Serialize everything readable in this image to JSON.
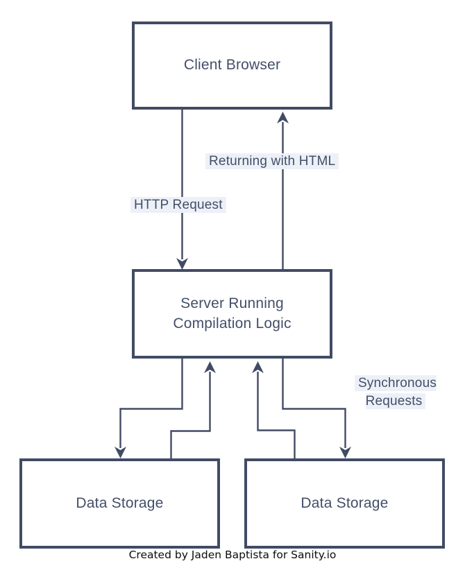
{
  "colors": {
    "stroke": "#414b64",
    "text": "#434e68",
    "label_bg": "#edf1f7",
    "box_fill": "#ffffff",
    "page_bg": "#ffffff",
    "caption_color": "#0c0c0c"
  },
  "nodes": {
    "client": {
      "label": "Client Browser"
    },
    "server": {
      "label": "Server Running Compilation Logic"
    },
    "storage_left": {
      "label": "Data Storage"
    },
    "storage_right": {
      "label": "Data Storage"
    }
  },
  "edges": {
    "http_request": {
      "label": "HTTP Request"
    },
    "returning_html": {
      "label": "Returning with HTML"
    },
    "synchronous_requests": {
      "label": "Synchronous\nRequests"
    }
  },
  "caption": {
    "text": "Created by Jaden Baptista for Sanity.io"
  }
}
